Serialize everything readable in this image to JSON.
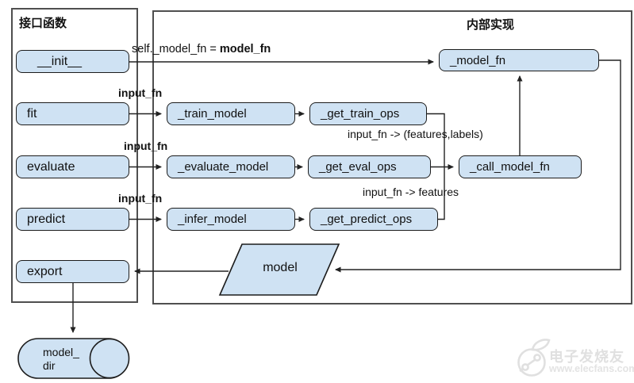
{
  "diagram": {
    "left_panel": {
      "title": "接口函数",
      "items": [
        {
          "label": "__init__"
        },
        {
          "label": "fit"
        },
        {
          "label": "evaluate"
        },
        {
          "label": "predict"
        },
        {
          "label": "export"
        }
      ]
    },
    "right_panel": {
      "title": "内部实现",
      "nodes": {
        "model_fn": "_model_fn",
        "train_model": "_train_model",
        "get_train_ops": "_get_train_ops",
        "evaluate_model": "_evaluate_model",
        "get_eval_ops": "_get_eval_ops",
        "call_model_fn": "_call_model_fn",
        "infer_model": "_infer_model",
        "get_predict_ops": "_get_predict_ops",
        "model": "model"
      }
    },
    "storage": {
      "line1": "model_",
      "line2": "dir"
    },
    "edge_labels": {
      "init_assign_prefix": "self._model_fn = ",
      "init_assign_bold": "model_fn",
      "input_fn_fit": "input_fn",
      "input_fn_evaluate": "input_fn",
      "input_fn_predict": "input_fn",
      "train_io": "input_fn -> (features,labels)",
      "predict_io": "input_fn -> features"
    }
  },
  "watermark": {
    "brand": "电子发烧友",
    "url": "www.elecfans.com"
  },
  "colors": {
    "node_fill": "#cfe2f3",
    "node_border": "#1c1c1c",
    "frame_border": "#4f4f4f",
    "arrow": "#222222",
    "watermark": "#e0e0e0"
  }
}
